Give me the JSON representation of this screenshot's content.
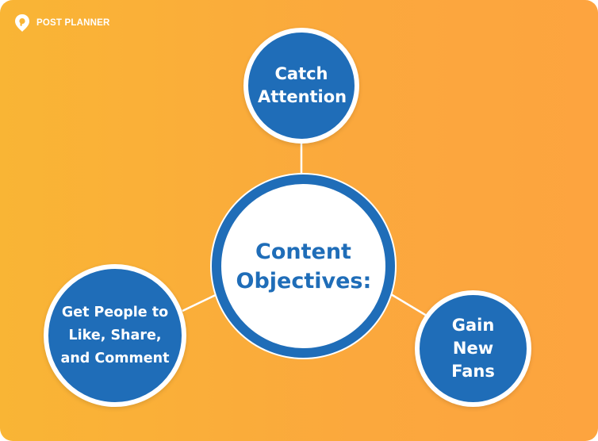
{
  "brand": {
    "name": "POST PLANNER",
    "logo_icon": "map-pin-logo-icon"
  },
  "diagram": {
    "center": {
      "label": "Content Objectives:"
    },
    "satellites": [
      {
        "id": "top",
        "label": "Catch Attention"
      },
      {
        "id": "bottom-left",
        "label": "Get People to Like, Share, and Comment"
      },
      {
        "id": "bottom-right",
        "label": "Gain New Fans"
      }
    ],
    "edges": [
      {
        "from": "center",
        "to": "top"
      },
      {
        "from": "center",
        "to": "bottom-left"
      },
      {
        "from": "center",
        "to": "bottom-right"
      }
    ]
  },
  "colors": {
    "background_start": "#f9b535",
    "background_end": "#fda43f",
    "primary_blue": "#1f6db8",
    "connector": "#ffffff",
    "node_border": "#ffffff"
  }
}
